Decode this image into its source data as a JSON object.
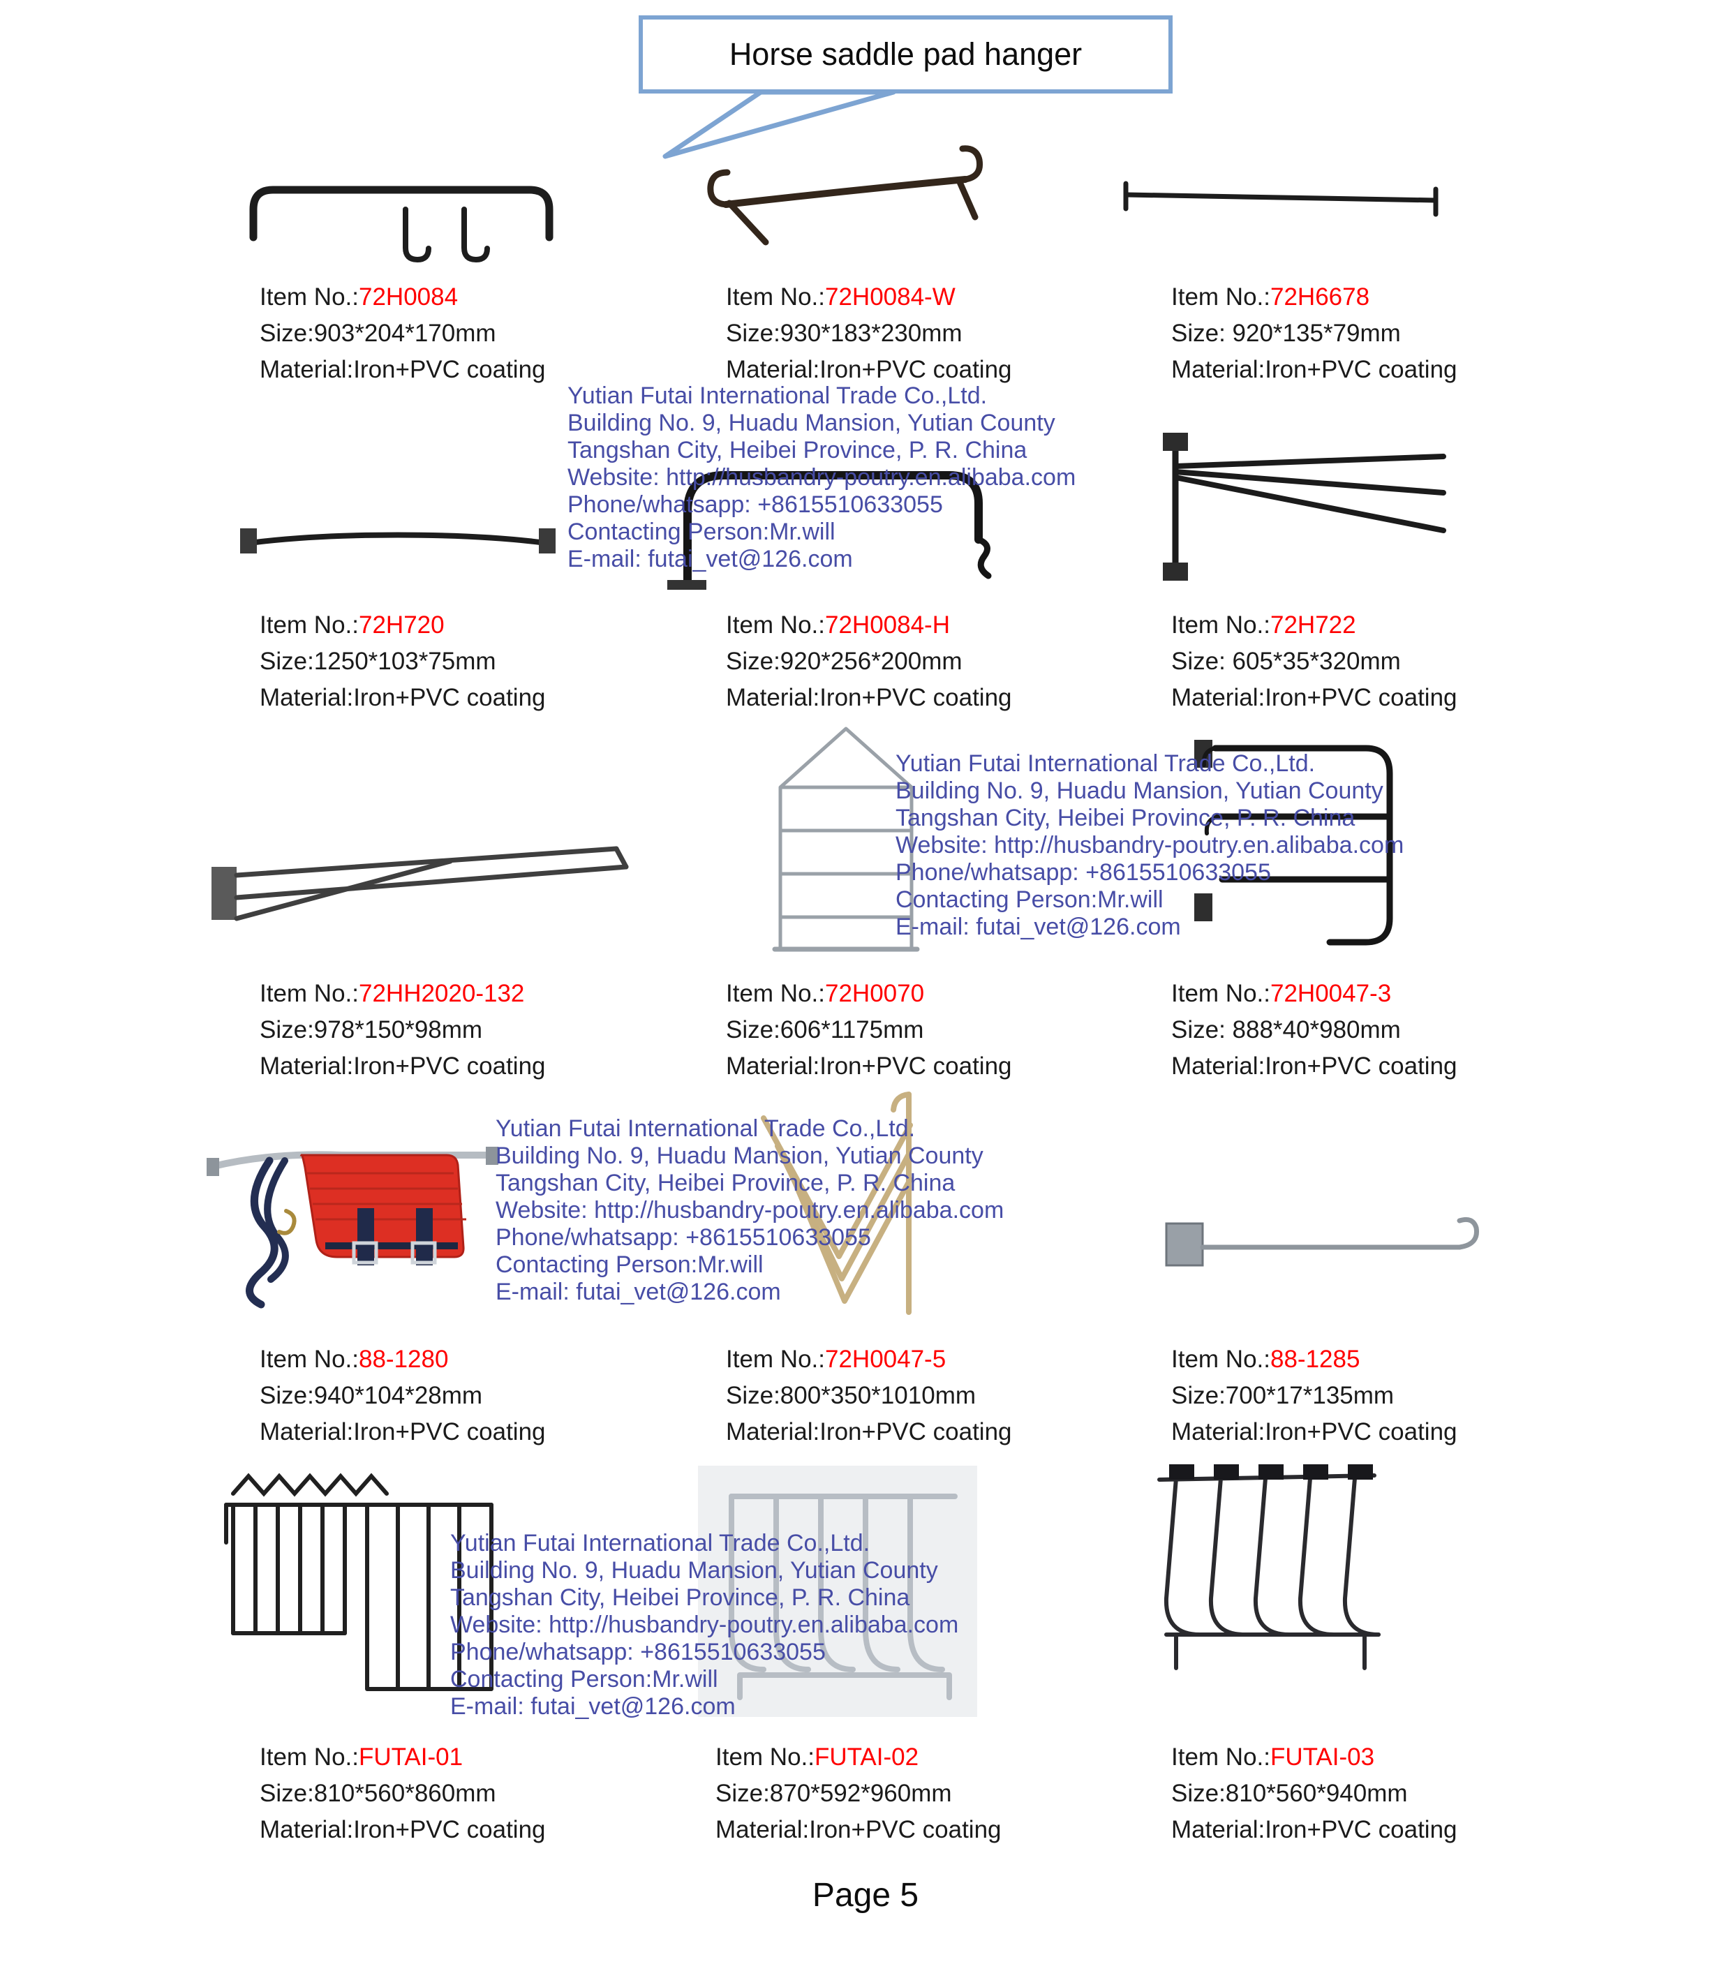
{
  "title": "Horse saddle pad hanger",
  "footer": "Page 5",
  "labels": {
    "item_prefix": "Item No.:"
  },
  "colors": {
    "item_number_red": "#ff0000",
    "watermark_blue": "#474da6",
    "bubble_border_blue": "#7da4d2",
    "body_text": "#1a1a1a"
  },
  "watermark": {
    "lines": [
      "Yutian Futai International Trade Co.,Ltd.",
      "Building No. 9, Huadu Mansion, Yutian County",
      "Tangshan City, Heibei Province, P. R. China",
      "Website: http://husbandry-poutry.en.alibaba.com",
      "Phone/whatsapp: +8615510633055",
      "Contacting Person:Mr.will",
      "E-mail: futai_vet@126.com"
    ]
  },
  "products": [
    {
      "item": "72H0084",
      "size": "Size:903*204*170mm",
      "material": "Material:Iron+PVC coating"
    },
    {
      "item": "72H0084-W",
      "size": "Size:930*183*230mm",
      "material": "Material:Iron+PVC coating"
    },
    {
      "item": "72H6678",
      "size": "Size: 920*135*79mm",
      "material": "Material:Iron+PVC coating"
    },
    {
      "item": "72H720",
      "size": "Size:1250*103*75mm",
      "material": "Material:Iron+PVC coating"
    },
    {
      "item": "72H0084-H",
      "size": "Size:920*256*200mm",
      "material": "Material:Iron+PVC coating"
    },
    {
      "item": "72H722",
      "size": "Size: 605*35*320mm",
      "material": "Material:Iron+PVC coating"
    },
    {
      "item": "72HH2020-132",
      "size": "Size:978*150*98mm",
      "material": "Material:Iron+PVC coating"
    },
    {
      "item": "72H0070",
      "size": "Size:606*1175mm",
      "material": "Material:Iron+PVC coating"
    },
    {
      "item": "72H0047-3",
      "size": "Size: 888*40*980mm",
      "material": "Material:Iron+PVC coating"
    },
    {
      "item": "88-1280",
      "size": "Size:940*104*28mm",
      "material": "Material:Iron+PVC coating"
    },
    {
      "item": "72H0047-5",
      "size": "Size:800*350*1010mm",
      "material": "Material:Iron+PVC coating"
    },
    {
      "item": "88-1285",
      "size": "Size:700*17*135mm",
      "material": "Material:Iron+PVC coating"
    },
    {
      "item": "FUTAI-01",
      "size": "Size:810*560*860mm",
      "material": "Material:Iron+PVC coating"
    },
    {
      "item": "FUTAI-02",
      "size": "Size:870*592*960mm",
      "material": "Material:Iron+PVC coating"
    },
    {
      "item": "FUTAI-03",
      "size": "Size:810*560*940mm",
      "material": "Material:Iron+PVC coating"
    }
  ]
}
